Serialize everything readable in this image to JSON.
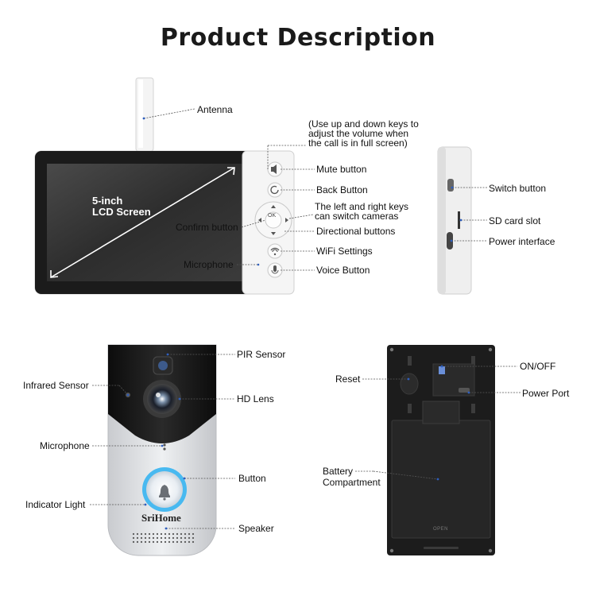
{
  "title": "Product Description",
  "monitor": {
    "screen_text": [
      "5-inch",
      "LCD Screen"
    ],
    "volume_note": [
      "(Use up and down keys to",
      "adjust the volume when",
      "the call is in full screen)"
    ],
    "camera_note": [
      "The left and right keys",
      "can switch cameras"
    ],
    "ok_label": "OK",
    "labels": {
      "antenna": "Antenna",
      "mute": "Mute button",
      "back": "Back Button",
      "confirm": "Confirm button",
      "directional": "Directional buttons",
      "microphone": "Microphone",
      "wifi": "WiFi Settings",
      "voice": "Voice Button",
      "switch": "Switch button",
      "sd": "SD card slot",
      "power": "Power interface"
    }
  },
  "doorbell": {
    "brand": "SriHome",
    "labels": {
      "pir": "PIR Sensor",
      "infrared": "Infrared Sensor",
      "lens": "HD Lens",
      "microphone": "Microphone",
      "button": "Button",
      "indicator": "Indicator Light",
      "speaker": "Speaker"
    }
  },
  "back": {
    "open_text": "OPEN",
    "labels": {
      "reset": "Reset",
      "onoff": "ON/OFF",
      "power_port": "Power Port",
      "battery": [
        "Battery",
        "Compartment"
      ]
    }
  },
  "colors": {
    "accent_line": "#3a6fd0",
    "led_ring": "#3fb6f0",
    "monitor_body": "#f2f2f2",
    "screen": "#333333",
    "doorbell_black": "#151515",
    "doorbell_silver": "#d9dbde",
    "back_plate": "#1e1e1e"
  }
}
